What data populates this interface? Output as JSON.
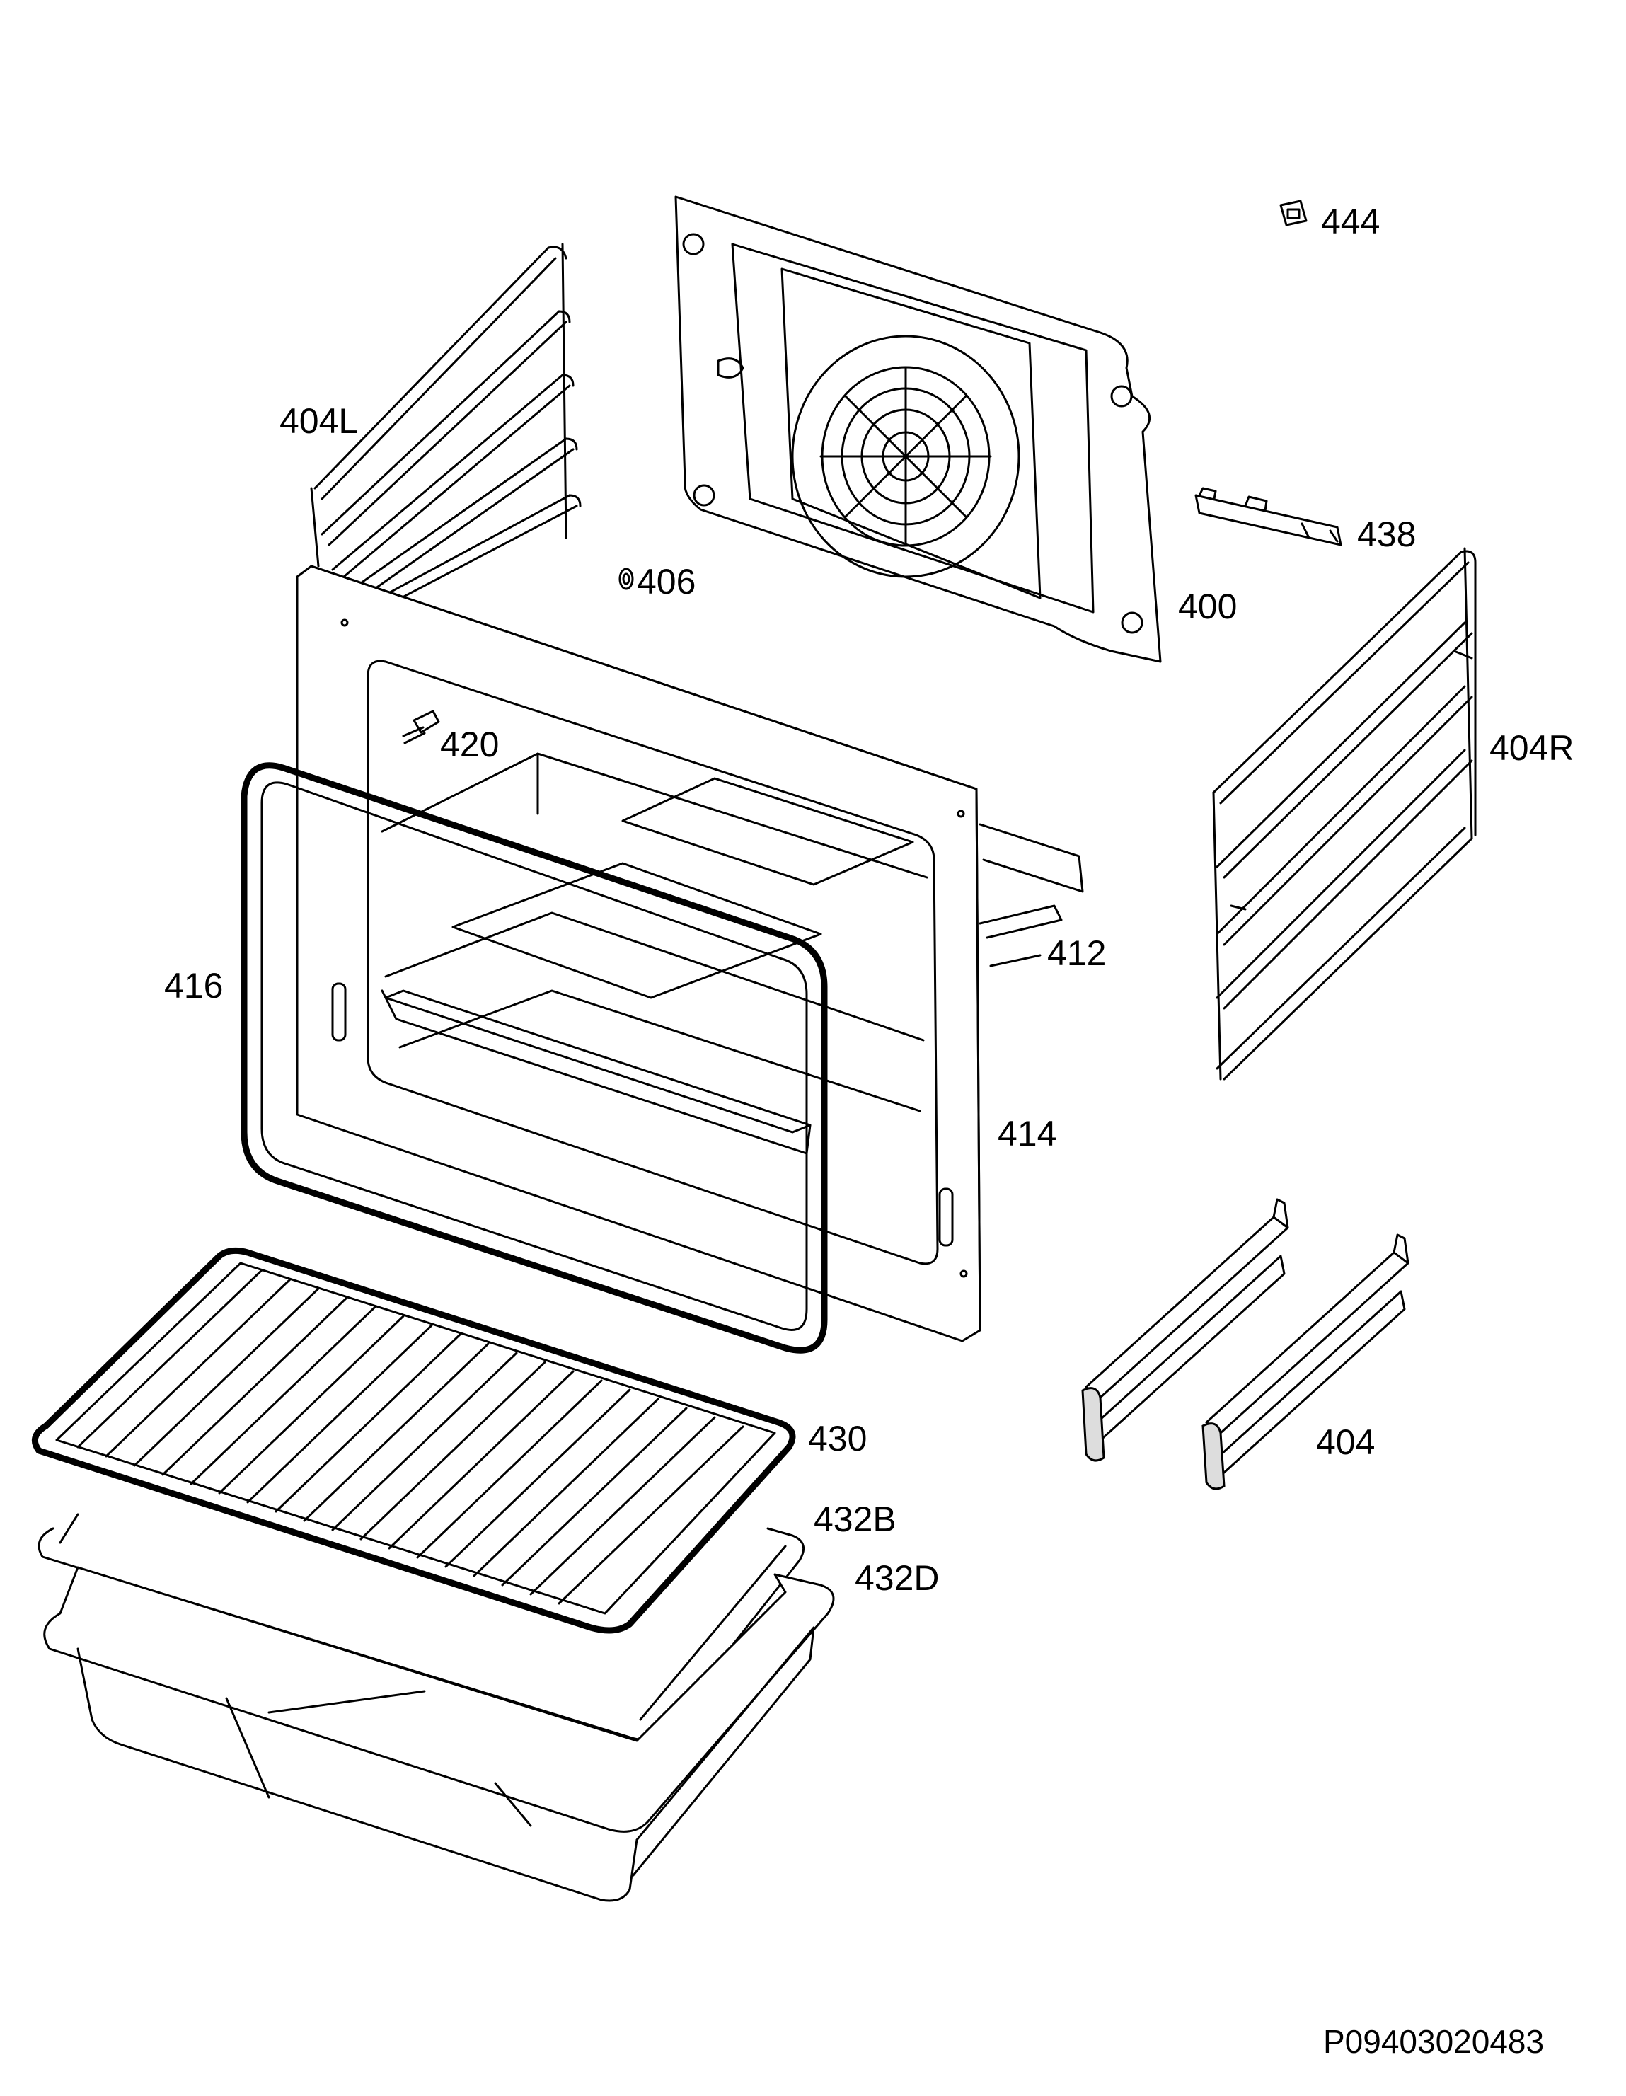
{
  "drawing": {
    "code": "P09403020483",
    "parts": [
      {
        "id": "444"
      },
      {
        "id": "404L"
      },
      {
        "id": "438"
      },
      {
        "id": "406"
      },
      {
        "id": "400"
      },
      {
        "id": "420"
      },
      {
        "id": "404R"
      },
      {
        "id": "412"
      },
      {
        "id": "416"
      },
      {
        "id": "414"
      },
      {
        "id": "404"
      },
      {
        "id": "430"
      },
      {
        "id": "432B"
      },
      {
        "id": "432D"
      }
    ]
  }
}
